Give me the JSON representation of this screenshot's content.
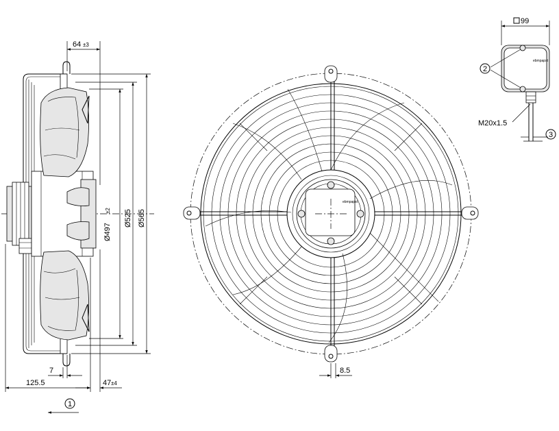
{
  "dimensions": {
    "d64": "64",
    "d64_tol": "±3",
    "d497": "Ø497",
    "d497_tol": "±2",
    "d525": "Ø525",
    "d565": "Ø565",
    "d7": "7",
    "d125": "125.5",
    "d47": "47",
    "d47_tol": "±4",
    "d8_5": "8.5",
    "box99": "99",
    "thread": "M20x1.5"
  },
  "callouts": {
    "c1": "1",
    "c2": "2",
    "c3": "3"
  },
  "brand_mark": "ebmpapst"
}
